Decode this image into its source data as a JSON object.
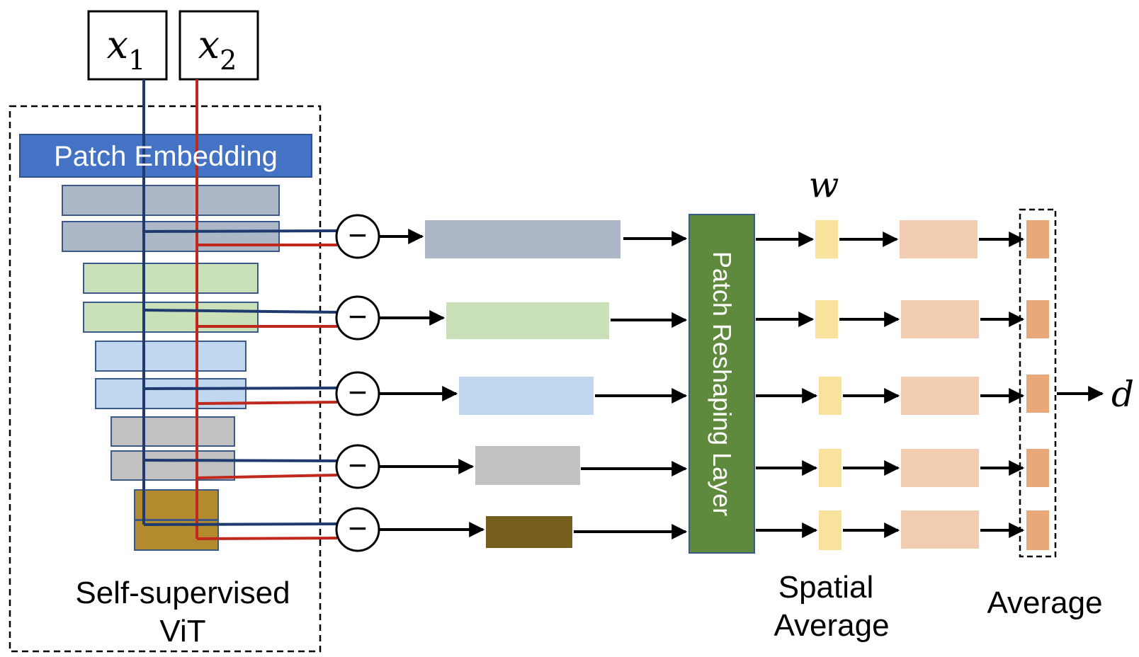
{
  "inputs": [
    {
      "symbol": "x",
      "subscript": "1"
    },
    {
      "symbol": "x",
      "subscript": "2"
    }
  ],
  "vit": {
    "patch_embedding_label": "Patch Embedding",
    "caption_line1": "Self-supervised",
    "caption_line2": "ViT"
  },
  "difference_symbol": "−",
  "reshaping_layer_label": "Patch Reshaping Layer",
  "weight_label": "w",
  "spatial_average_line1": "Spatial",
  "spatial_average_line2": "Average",
  "average_label": "Average",
  "output_label": "d",
  "colors": {
    "input_line_1": "#1f3a6e",
    "input_line_2": "#c0281e",
    "patch_embedding_fill": "#4472c4",
    "reshaping_layer_fill": "#5f8a3e",
    "weight_fill": "#f9e29c",
    "spatial_avg_fill": "#f2cdb1",
    "final_fill": "#e8a97a",
    "stage_fills": [
      "#acb8c8",
      "#c9e0b8",
      "#c1d7ef",
      "#c1c1c1",
      "#b38a2e"
    ],
    "diff_fills": [
      "#acb8c8",
      "#c9e0b8",
      "#c1d7ef",
      "#c1c1c1",
      "#765f1e"
    ]
  }
}
